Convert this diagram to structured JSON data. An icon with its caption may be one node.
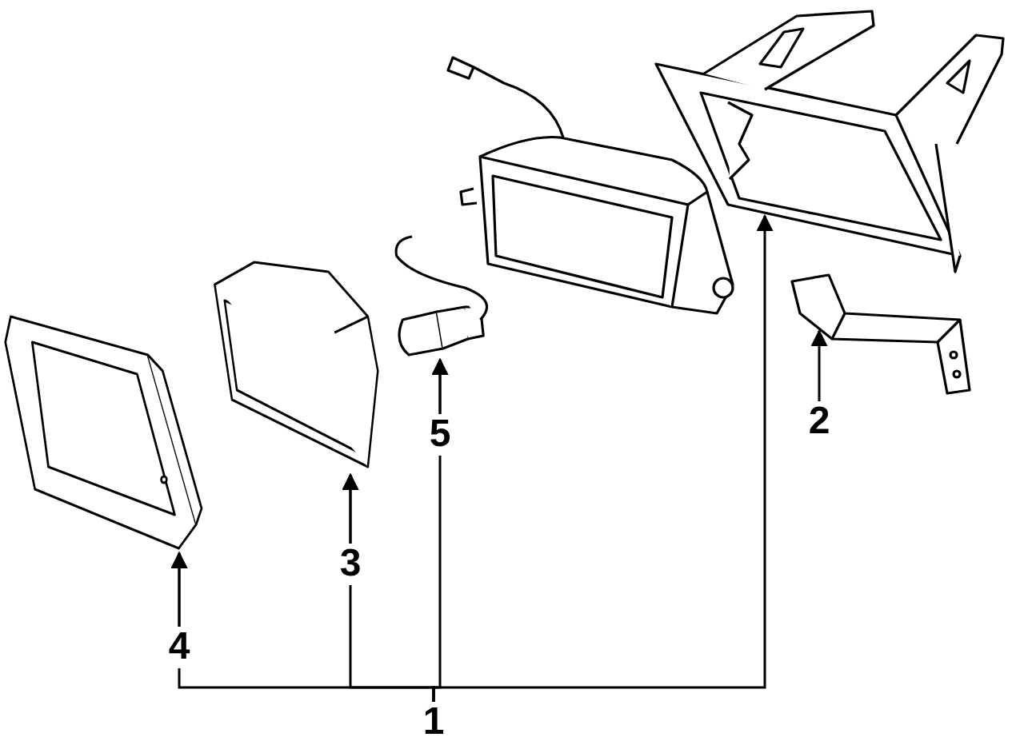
{
  "diagram": {
    "nodes": [
      {
        "text": [],
        "shape": "picture"
      },
      {
        "text": [],
        "shape": "picture"
      },
      {
        "text": [],
        "shape": "picture"
      },
      {
        "text": [],
        "shape": "picture"
      },
      {
        "text": [],
        "shape": "picture"
      },
      {
        "text": [
          "2"
        ]
      },
      {
        "text": [
          "5"
        ]
      },
      {
        "text": [
          "3"
        ]
      },
      {
        "text": [
          "4"
        ]
      },
      {
        "text": [
          "1"
        ]
      }
    ],
    "edges": [
      {
        "from": 5,
        "to": 1,
        "arrow": "to"
      },
      {
        "from": 6,
        "to": 2,
        "arrow": "to"
      },
      {
        "from": 7,
        "to": 3,
        "arrow": "to"
      },
      {
        "from": 8,
        "to": 4,
        "arrow": "to"
      },
      {
        "from": 9,
        "to": 0,
        "arrow": "to"
      },
      {
        "from": 9,
        "to": 2,
        "arrow": "to"
      },
      {
        "from": 9,
        "to": 3,
        "arrow": "to"
      },
      {
        "from": 9,
        "to": 4,
        "arrow": "to"
      }
    ]
  }
}
